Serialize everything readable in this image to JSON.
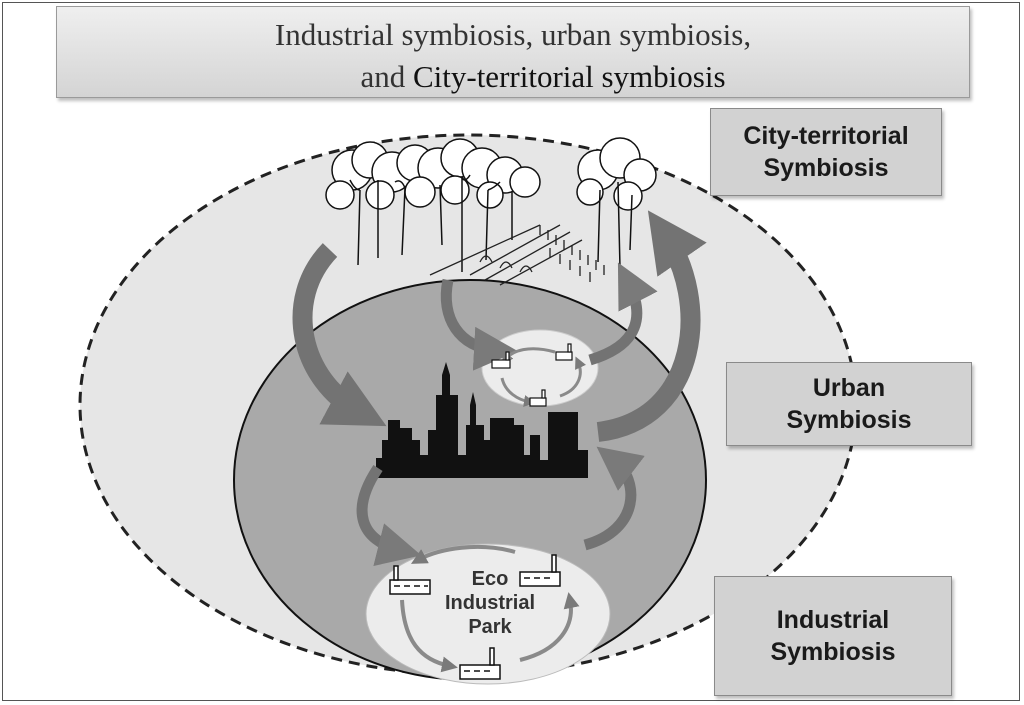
{
  "title": {
    "line1": "Industrial symbiosis, urban symbiosis,",
    "line2_prefix": "and ",
    "line2_emph": "City-territorial symbiosis"
  },
  "labels": {
    "city_territorial": [
      "City-territorial",
      "Symbiosis"
    ],
    "urban": [
      "Urban",
      "Symbiosis"
    ],
    "industrial": [
      "Industrial",
      "Symbiosis"
    ]
  },
  "eco_park": [
    "Eco",
    "Industrial",
    "Park"
  ],
  "colors": {
    "outer_ellipse": "#e6e6e6",
    "urban_ellipse": "#a9a9a9",
    "arrow": "#737373",
    "eco_ellipse": "#ececec",
    "city_silhouette": "#111111"
  },
  "icons": [
    "tree-icon",
    "crop-field-icon",
    "skyline-icon",
    "factory-icon"
  ]
}
